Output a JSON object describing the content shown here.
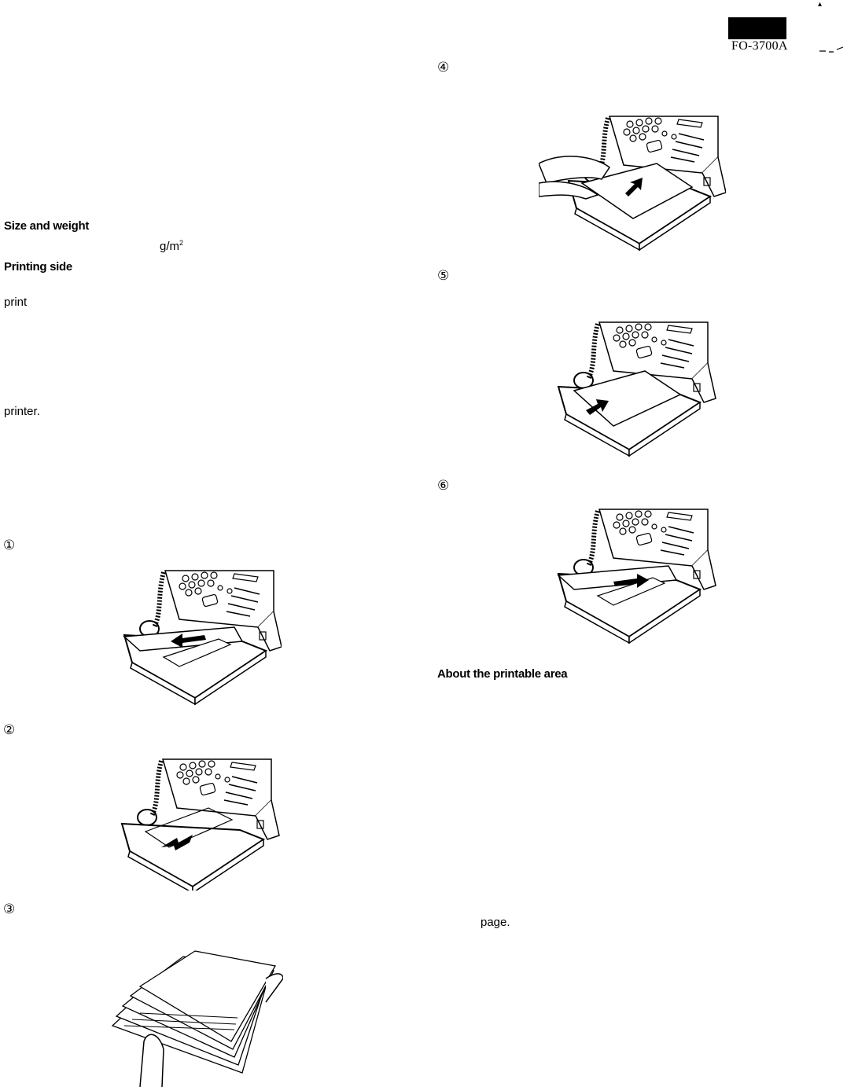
{
  "header": {
    "model": "FO-3700A"
  },
  "left_column": {
    "size_weight_heading": "Size and weight",
    "weight_unit": "g/m",
    "weight_unit_sup": "2",
    "printing_side_heading": "Printing side",
    "print_word": "print",
    "printer_word": "printer."
  },
  "steps": [
    {
      "marker": "①"
    },
    {
      "marker": "②"
    },
    {
      "marker": "③"
    },
    {
      "marker": "④"
    },
    {
      "marker": "⑤"
    },
    {
      "marker": "⑥"
    }
  ],
  "right_column": {
    "printable_area_heading": "About the printable area",
    "page_word": "page."
  },
  "icons": [
    "fax-machine-illustration",
    "hand-illustration",
    "paper-stack-illustration",
    "arrow-icon"
  ]
}
